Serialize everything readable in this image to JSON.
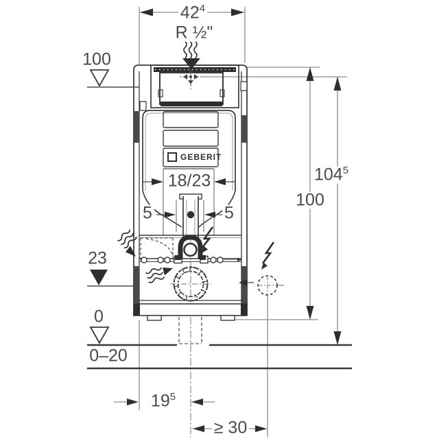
{
  "drawing": {
    "type": "installation-element-technical-drawing",
    "logo": "GEBERIT",
    "dimensions": {
      "width_top": {
        "value": "42",
        "sup": "4",
        "unit": "cm"
      },
      "water_connection": "R ½\"",
      "meter_mark": "100",
      "height_frame": "100",
      "height_connection": {
        "value": "104",
        "sup": "5"
      },
      "actuator_opening": "18/23",
      "offset_left": "5",
      "offset_right": "5",
      "drain_level": "23",
      "zero_level": "0",
      "floor_buildup_range": "0–20",
      "drain_offset": {
        "value": "19",
        "sup": "5"
      },
      "clearance_electrical": "≥ 30"
    },
    "colors": {
      "line_dark": "#3a3a3a",
      "fill_dark": "#2e2e2e",
      "dimension_gray": "#8c8c8c",
      "text_gray": "#4a4a4a",
      "background": "#ffffff"
    }
  }
}
